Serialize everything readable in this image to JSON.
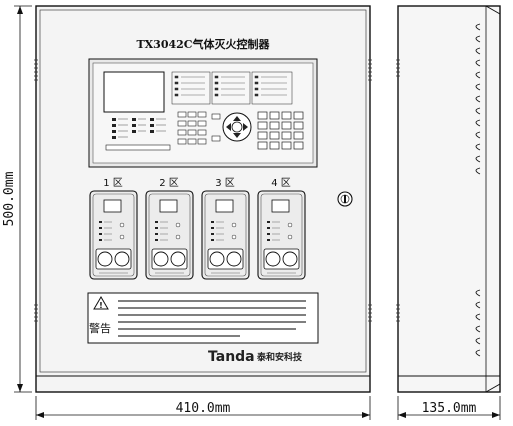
{
  "title": "TX3042C气体灭火控制器",
  "brand": {
    "latin": "Tanda",
    "chinese": "泰和安科技"
  },
  "zones": [
    "1 区",
    "2 区",
    "3 区",
    "4 区"
  ],
  "warning_label": "警告",
  "dimensions": {
    "height": "500.0mm",
    "width": "410.0mm",
    "depth": "135.0mm"
  }
}
